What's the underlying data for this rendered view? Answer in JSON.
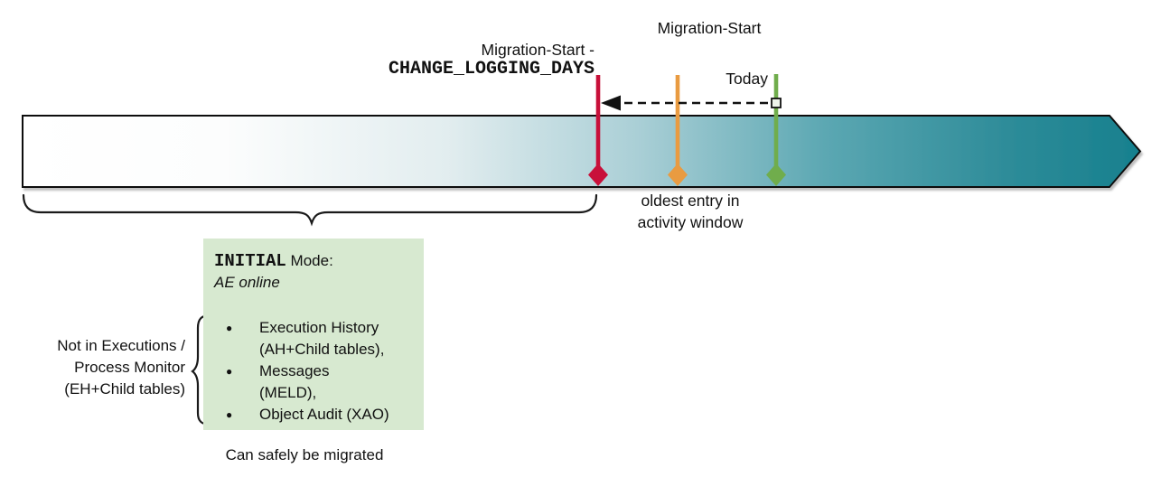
{
  "colors": {
    "bar_border": "#111111",
    "bar_gradient": [
      "#ffffff",
      "#fcfdfd",
      "#e2edef",
      "#aacfd6",
      "#5ba7b2",
      "#2e8c99",
      "#17808e"
    ],
    "marker_red": "#c8103a",
    "marker_orange": "#e99b41",
    "marker_green": "#70ad4c",
    "arrow_black": "#111111",
    "brace_black": "#1a1a1a",
    "box_green": "#d7e9d0",
    "today_square_fill": "#eef3ea"
  },
  "top_labels": {
    "migration_start_minus_line1": "Migration-Start -",
    "migration_start_minus_line2": "CHANGE_LOGGING_DAYS",
    "migration_start": "Migration-Start",
    "today": "Today"
  },
  "bar_annotations": {
    "oldest_entry_line1": "oldest entry in",
    "oldest_entry_line2": "activity window"
  },
  "left_label": {
    "line1": "Not in Executions /",
    "line2": "Process Monitor",
    "line3": "(EH+Child tables)"
  },
  "info_box": {
    "title_code": "INITIAL",
    "title_rest": " Mode:",
    "subtitle": "AE online",
    "bullet_glyph": "●",
    "items": [
      {
        "line1": "Execution History",
        "line2": "(AH+Child tables),"
      },
      {
        "line1": "Messages",
        "line2": "(MELD),"
      },
      {
        "line1": "Object Audit (XAO)"
      }
    ]
  },
  "footer": {
    "caption": "Can safely be migrated"
  }
}
